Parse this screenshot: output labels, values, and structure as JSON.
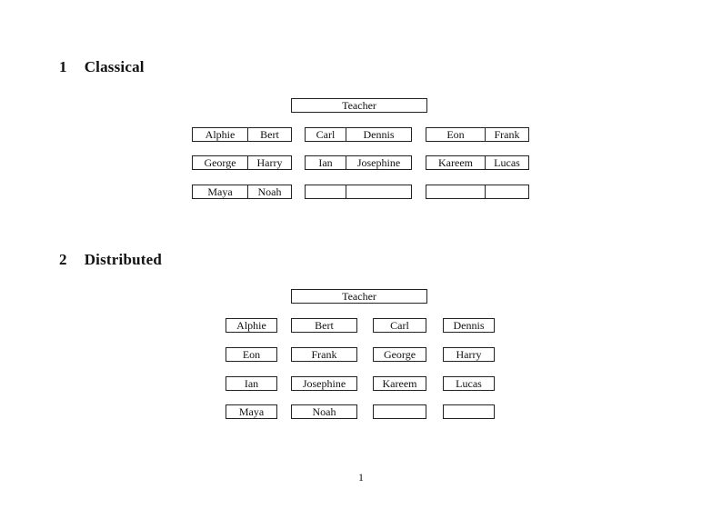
{
  "classical": {
    "heading_number": "1",
    "heading_title": "Classical",
    "teacher_label": "Teacher",
    "desks": [
      [
        "Alphie",
        "Bert"
      ],
      [
        "Carl",
        "Dennis"
      ],
      [
        "Eon",
        "Frank"
      ],
      [
        "George",
        "Harry"
      ],
      [
        "Ian",
        "Josephine"
      ],
      [
        "Kareem",
        "Lucas"
      ],
      [
        "Maya",
        "Noah"
      ],
      [
        "",
        ""
      ],
      [
        "",
        ""
      ]
    ]
  },
  "distributed": {
    "heading_number": "2",
    "heading_title": "Distributed",
    "teacher_label": "Teacher",
    "seats": [
      "Alphie",
      "Bert",
      "Carl",
      "Dennis",
      "Eon",
      "Frank",
      "George",
      "Harry",
      "Ian",
      "Josephine",
      "Kareem",
      "Lucas",
      "Maya",
      "Noah",
      "",
      ""
    ]
  },
  "footer": {
    "page_number": "1"
  }
}
